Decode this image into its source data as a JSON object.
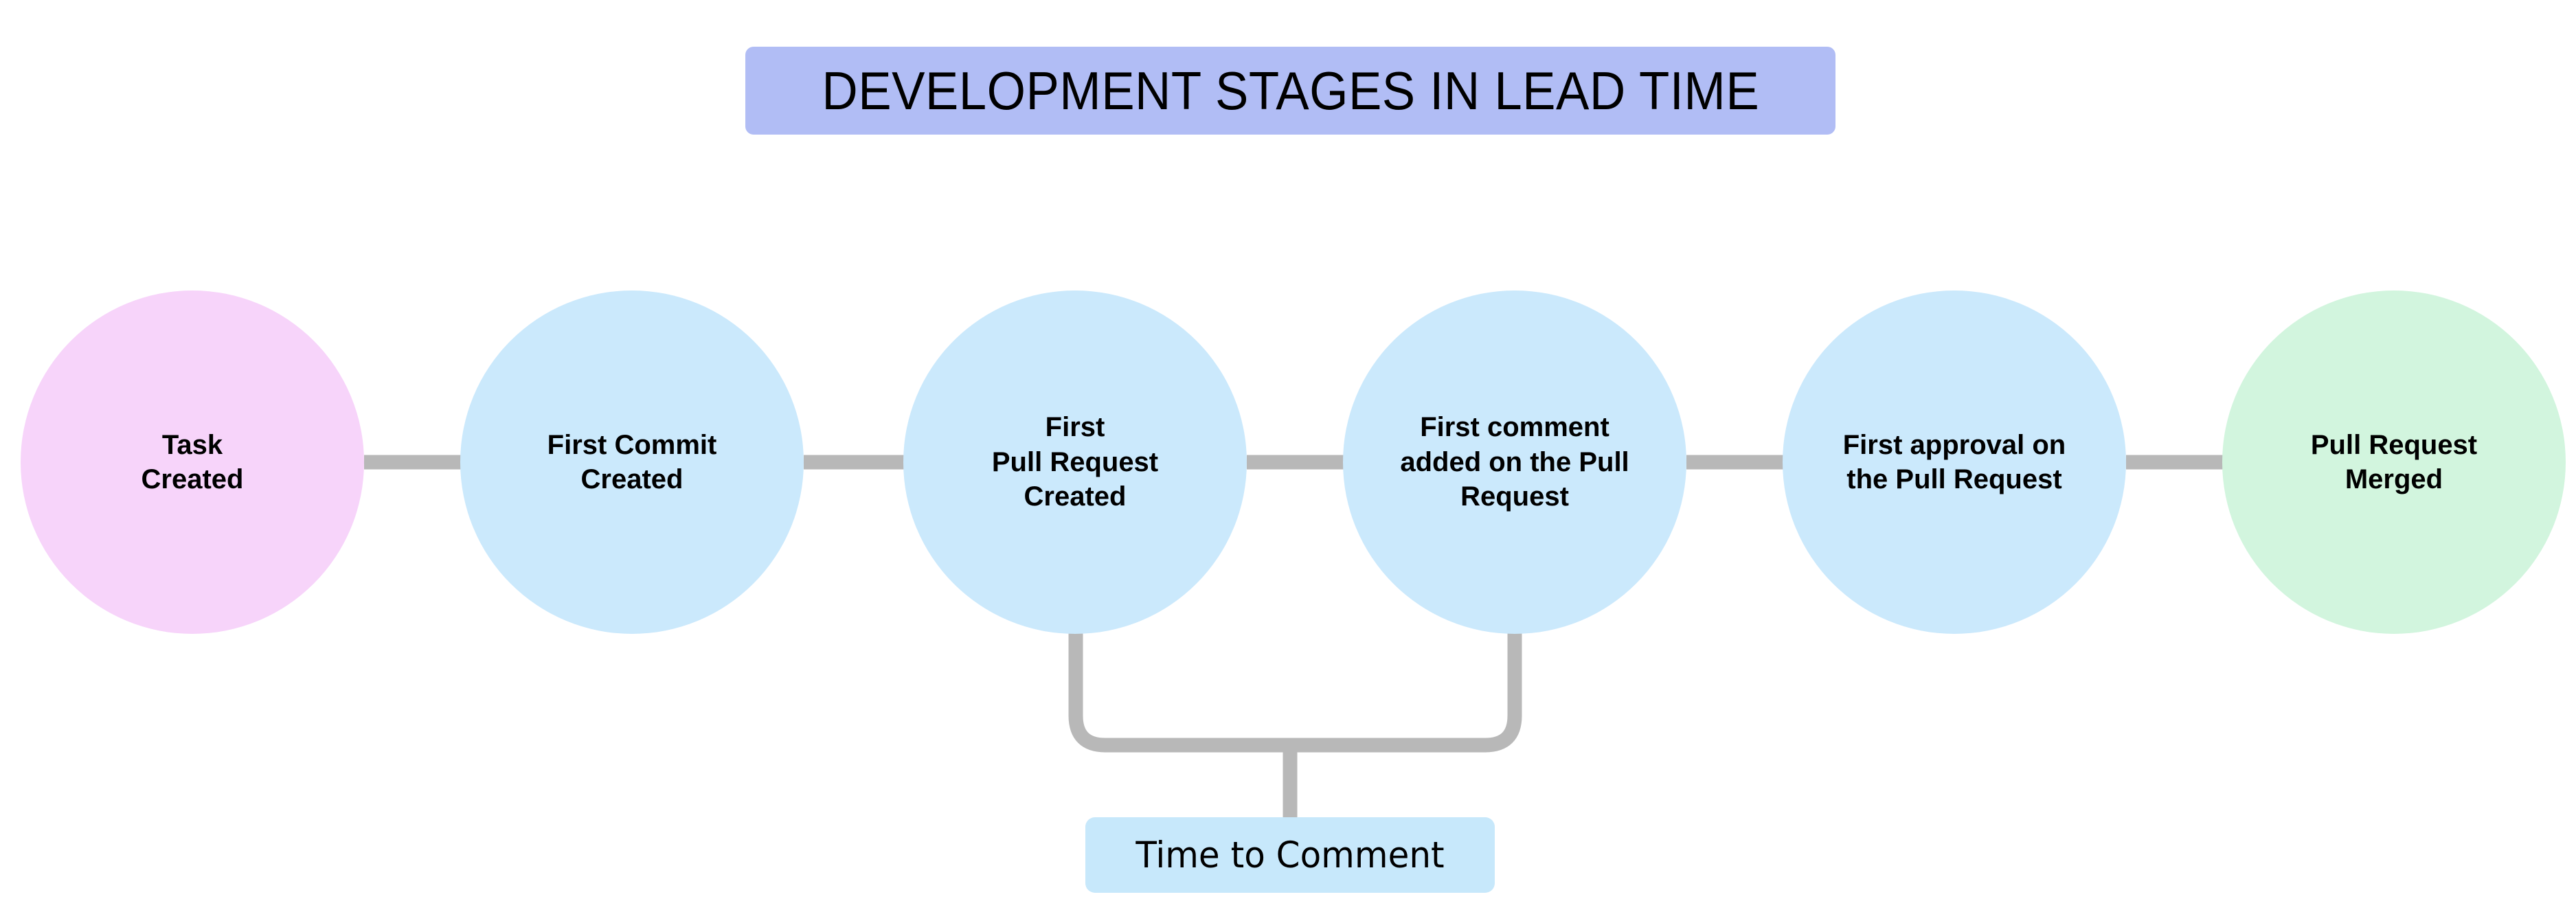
{
  "diagram": {
    "title": "DEVELOPMENT STAGES IN LEAD TIME",
    "title_bg_color": "#b1bdf5",
    "background_color": "#ffffff",
    "connector_color": "#b8b8b8",
    "stages": [
      {
        "label": "Task\nCreated",
        "color": "#f7d4fa",
        "name": "task-created"
      },
      {
        "label": "First Commit\nCreated",
        "color": "#cbe9fc",
        "name": "first-commit-created"
      },
      {
        "label": "First\nPull Request\nCreated",
        "color": "#cbe9fc",
        "name": "first-pull-request-created"
      },
      {
        "label": "First comment\nadded on the Pull\nRequest",
        "color": "#cbe9fc",
        "name": "first-comment-added-on-the-pull-request"
      },
      {
        "label": "First approval on\nthe Pull Request",
        "color": "#cbe9fc",
        "name": "first-approval-on-the-pull-request"
      },
      {
        "label": "Pull Request\nMerged",
        "color": "#d2f5de",
        "name": "pull-request-merged"
      }
    ],
    "annotations": [
      {
        "label": "Time to Comment",
        "color": "#c7e8fb",
        "spans_from": "First\nPull Request\nCreated",
        "spans_to": "First comment\nadded on the Pull\nRequest"
      }
    ]
  }
}
